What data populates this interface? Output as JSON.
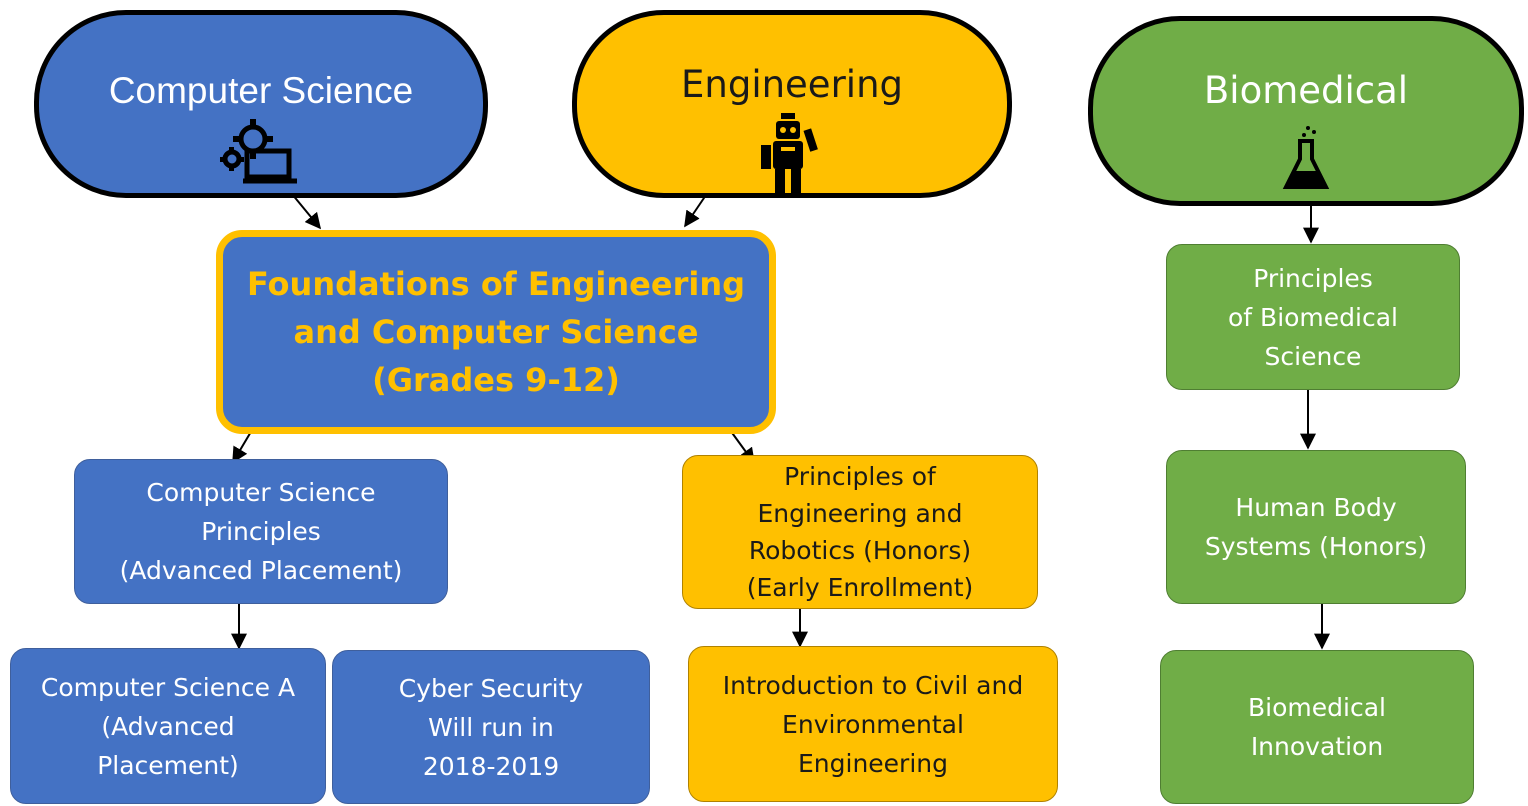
{
  "pathways": {
    "computer_science": {
      "title": "Computer Science",
      "icon": "laptop-gears-icon",
      "color": "#4472c4"
    },
    "engineering": {
      "title": "Engineering",
      "icon": "robot-icon",
      "color": "#ffc000"
    },
    "biomedical": {
      "title": "Biomedical",
      "icon": "flask-icon",
      "color": "#70ad47"
    }
  },
  "courses": {
    "foundations": {
      "lines": [
        "Foundations of Engineering",
        "and Computer Science",
        "(Grades 9-12)"
      ],
      "text_color": "#ffc000",
      "border_color": "#ffc000"
    },
    "cs_principles": {
      "lines": [
        "Computer Science",
        "Principles",
        "(Advanced Placement)"
      ]
    },
    "cs_a": {
      "lines": [
        "Computer Science A",
        "(Advanced",
        "Placement)"
      ]
    },
    "cyber_security": {
      "lines": [
        "Cyber Security",
        "Will run in",
        "2018-2019"
      ]
    },
    "eng_principles": {
      "lines": [
        "Principles of",
        "Engineering and",
        "Robotics (Honors)",
        "(Early Enrollment)"
      ]
    },
    "civil_env": {
      "lines": [
        "Introduction to Civil and",
        "Environmental",
        "Engineering"
      ]
    },
    "bio_principles": {
      "lines": [
        "Principles",
        "of Biomedical",
        "Science"
      ]
    },
    "human_body": {
      "lines": [
        "Human Body",
        "Systems (Honors)"
      ]
    },
    "bio_innovation": {
      "lines": [
        "Biomedical",
        "Innovation"
      ]
    }
  }
}
